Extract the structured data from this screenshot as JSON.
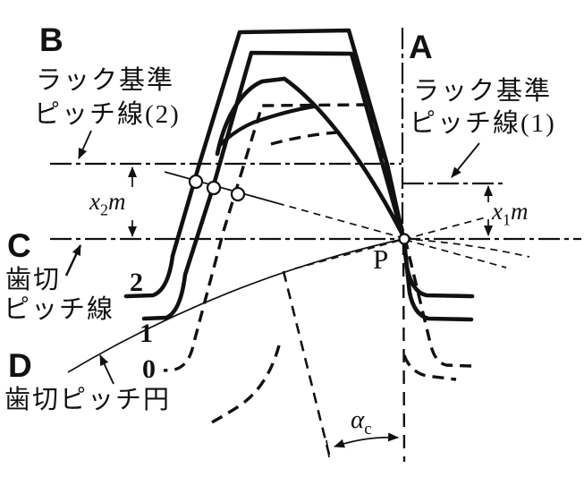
{
  "colors": {
    "ink": "#111111",
    "paper": "#ffffff"
  },
  "labels": {
    "a": {
      "letter": "A",
      "line1": "ラック基準",
      "line2": "ピッチ線(1)"
    },
    "b": {
      "letter": "B",
      "line1": "ラック基準",
      "line2": "ピッチ線(2)"
    },
    "c": {
      "letter": "C",
      "line1": "歯切",
      "line2": "ピッチ線"
    },
    "d": {
      "letter": "D",
      "line1": "歯切ピッチ円"
    },
    "pitch_point": "P"
  },
  "dimensions": {
    "x2": {
      "base": "x",
      "sub": "2",
      "unit": "m"
    },
    "x1": {
      "base": "x",
      "sub": "1",
      "unit": "m"
    },
    "pressure_angle": {
      "base": "α",
      "sub": "c"
    }
  },
  "shift_positions": {
    "pos2": "2",
    "pos1": "1",
    "pos0": "0"
  }
}
